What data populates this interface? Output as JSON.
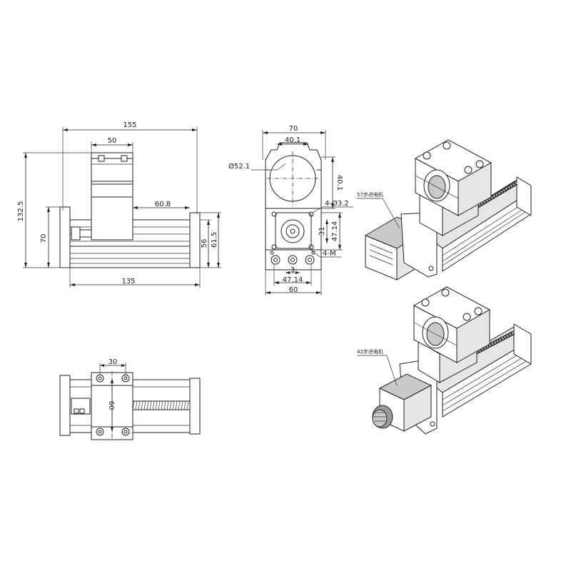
{
  "front_view": {
    "overall_width": "155",
    "carriage_width": "50",
    "motor_offset": "60.8",
    "overall_height": "132.5",
    "rail_height": "70",
    "height_56": "56",
    "height_61_5": "61.5",
    "base_length": "135"
  },
  "side_view": {
    "clamp_width": "70",
    "clamp_inner": "40.1",
    "bore_diameter": "Ø52.1",
    "clamp_height": "40.1",
    "holes": "4-Ø3.2",
    "plate_31": "31",
    "plate_47_14": "47.14",
    "thread": "4-M",
    "dim_3": "3",
    "bottom_47_14": "47.14",
    "plate_width": "60"
  },
  "top_view": {
    "clamp_spacing": "30",
    "carriage_depth": "60"
  },
  "iso_views": {
    "motor57_label": "57步进电机",
    "motor42_label": "42步进电机"
  }
}
